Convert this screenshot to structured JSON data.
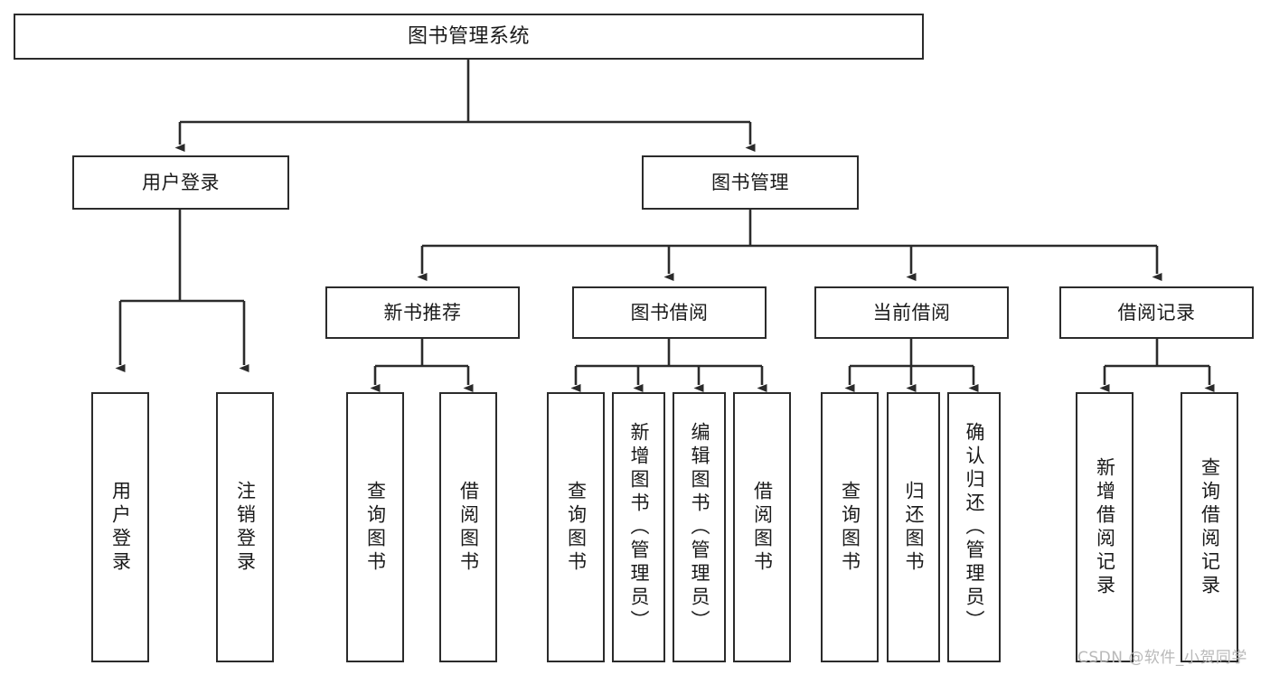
{
  "diagram": {
    "title": "图书管理系统",
    "type": "tree",
    "watermark": "CSDN @软件_小贺同学",
    "colors": {
      "background": "#ffffff",
      "node_border": "#2b2b2b",
      "node_fill": "#ffffff",
      "edge": "#2b2b2b",
      "text": "#1a1a1a",
      "watermark": "#b9b9b9"
    },
    "levels": {
      "root": {
        "label": "图书管理系统"
      },
      "level1": [
        {
          "label": "用户登录"
        },
        {
          "label": "图书管理"
        }
      ],
      "level2": [
        {
          "label": "新书推荐"
        },
        {
          "label": "图书借阅"
        },
        {
          "label": "当前借阅"
        },
        {
          "label": "借阅记录"
        }
      ],
      "leaves": {
        "user_login": [
          {
            "label": "用户登录"
          },
          {
            "label": "注销登录"
          }
        ],
        "new_book_recommend": [
          {
            "label": "查询图书"
          },
          {
            "label": "借阅图书"
          }
        ],
        "book_borrow": [
          {
            "label": "查询图书"
          },
          {
            "label": "新增图书（管理员）"
          },
          {
            "label": "编辑图书（管理员）"
          },
          {
            "label": "借阅图书"
          }
        ],
        "current_borrow": [
          {
            "label": "查询图书"
          },
          {
            "label": "归还图书"
          },
          {
            "label": "确认归还（管理员）"
          }
        ],
        "borrow_record": [
          {
            "label": "新增借阅记录"
          },
          {
            "label": "查询借阅记录"
          }
        ]
      }
    }
  }
}
